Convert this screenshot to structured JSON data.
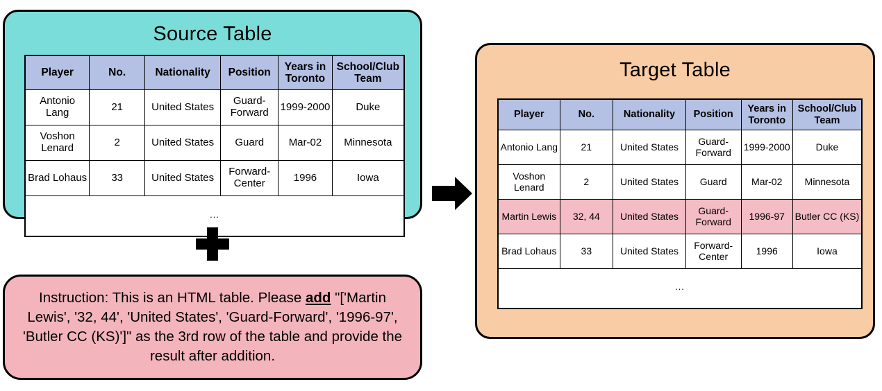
{
  "source": {
    "title": "Source Table",
    "panel_color": "#7BDDD9",
    "table": {
      "headers": [
        "Player",
        "No.",
        "Nationality",
        "Position",
        "Years in Toronto",
        "School/Club Team"
      ],
      "rows": [
        [
          "Antonio Lang",
          "21",
          "United States",
          "Guard-Forward",
          "1999-2000",
          "Duke"
        ],
        [
          "Voshon Lenard",
          "2",
          "United States",
          "Guard",
          "Mar-02",
          "Minnesota"
        ],
        [
          "Brad Lohaus",
          "33",
          "United States",
          "Forward-Center",
          "1996",
          "Iowa"
        ]
      ],
      "ellipsis": "..."
    }
  },
  "instruction": {
    "panel_color": "#F4B4BC",
    "part1": "Instruction: This is an HTML table. Please ",
    "emphasis": "add",
    "part2": " \"['Martin Lewis', '32, 44', 'United States', 'Guard-Forward', '1996-97', 'Butler CC (KS)']\" as the 3rd row of the table and provide the result after addition."
  },
  "target": {
    "title": "Target Table",
    "panel_color": "#F8CCA4",
    "highlight_color": "#F4BCC4",
    "table": {
      "headers": [
        "Player",
        "No.",
        "Nationality",
        "Position",
        "Years in Toronto",
        "School/Club Team"
      ],
      "rows": [
        {
          "cells": [
            "Antonio Lang",
            "21",
            "United States",
            "Guard-Forward",
            "1999-2000",
            "Duke"
          ],
          "highlight": false
        },
        {
          "cells": [
            "Voshon Lenard",
            "2",
            "United States",
            "Guard",
            "Mar-02",
            "Minnesota"
          ],
          "highlight": false
        },
        {
          "cells": [
            "Martin Lewis",
            "32, 44",
            "United States",
            "Guard-Forward",
            "1996-97",
            "Butler CC (KS)"
          ],
          "highlight": true
        },
        {
          "cells": [
            "Brad Lohaus",
            "33",
            "United States",
            "Forward-Center",
            "1996",
            "Iowa"
          ],
          "highlight": false
        }
      ],
      "ellipsis": "..."
    }
  },
  "connectors": {
    "plus": "+",
    "arrow": "right-arrow"
  }
}
